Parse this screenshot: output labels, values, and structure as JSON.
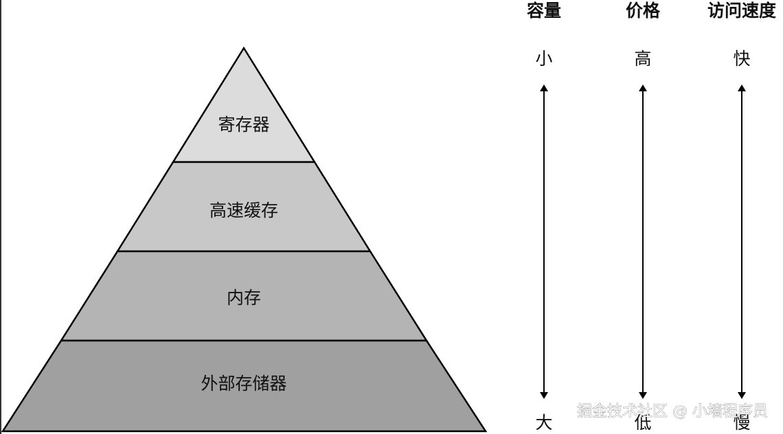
{
  "pyramid": {
    "levels": [
      {
        "label": "寄存器",
        "fill": "#dcdcdc"
      },
      {
        "label": "高速缓存",
        "fill": "#c8c8c8"
      },
      {
        "label": "内存",
        "fill": "#b4b4b4"
      },
      {
        "label": "外部存储器",
        "fill": "#a0a0a0"
      }
    ]
  },
  "scales": [
    {
      "header": "容量",
      "top": "小",
      "bottom": "大"
    },
    {
      "header": "价格",
      "top": "高",
      "bottom": "低"
    },
    {
      "header": "访问速度",
      "top": "快",
      "bottom": "慢"
    }
  ],
  "watermark": "掘金技术社区 @ 小墙程序员"
}
